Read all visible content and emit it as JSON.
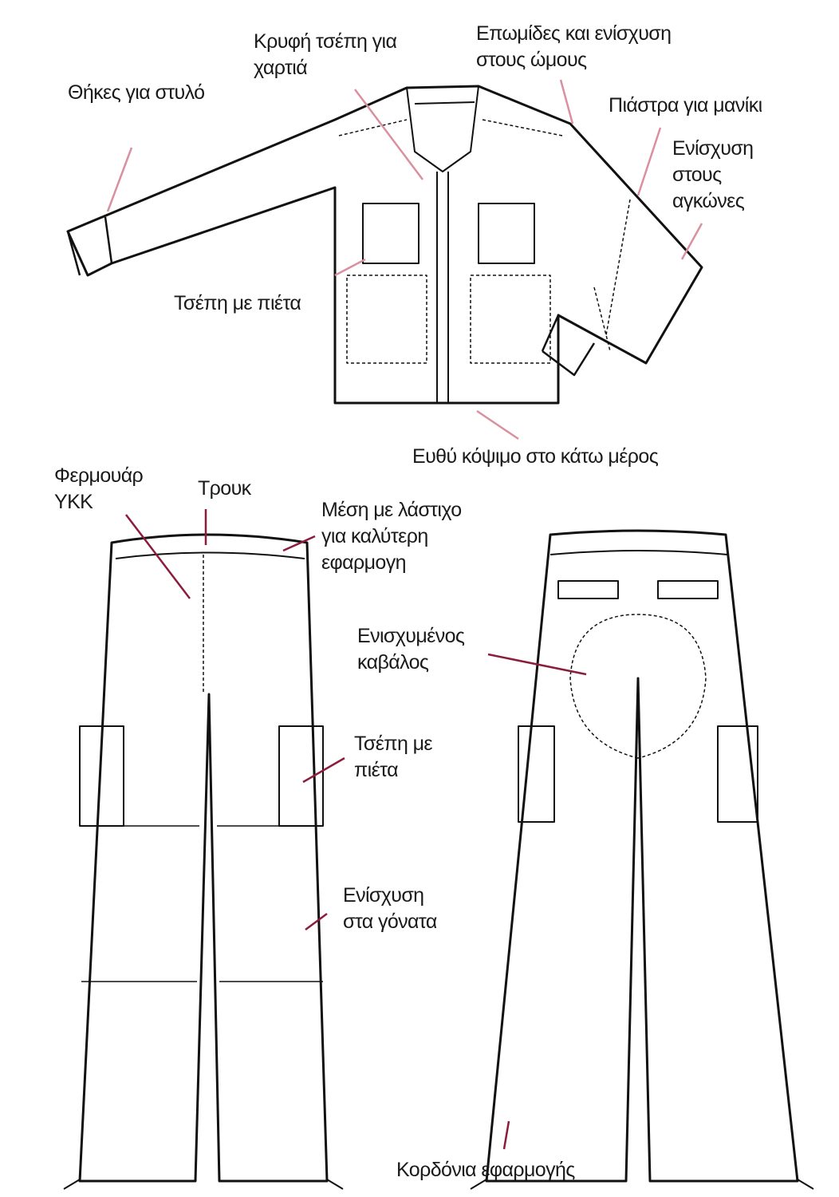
{
  "labels": {
    "pen_holders": "Θήκες για στυλό",
    "hidden_pocket": [
      "Κρυφή τσέπη για",
      "χαρτιά"
    ],
    "epaulettes": [
      "Επωμίδες και ενίσχυση",
      "στους ώμους"
    ],
    "sleeve_tab": "Πιάστρα για μανίκι",
    "elbow_reinforcement": [
      "Ενίσχυση",
      "στους",
      "αγκώνες"
    ],
    "shirt_pleat_pocket": "Τσέπη με πιέτα",
    "straight_hem": "Ευθύ κόψιμο στο κάτω μέρος",
    "zipper": [
      "Φερμουάρ",
      "YKK"
    ],
    "snap": "Τρουκ",
    "elastic_waist": [
      "Μέση με λάστιχο",
      "για καλύτερη",
      "εφαρμογη"
    ],
    "reinforced_seat": [
      "Ενισχυμένος",
      "καβάλος"
    ],
    "pants_pleat_pocket": [
      "Τσέπη με",
      "πιέτα"
    ],
    "knee_reinforcement": [
      "Ενίσχυση",
      "στα γόνατα"
    ],
    "drawstrings": "Κορδόνια εφαρμογής"
  },
  "colors": {
    "leader_light": "#d9909f",
    "leader_dark": "#8b1c3c",
    "outline": "#111111"
  }
}
